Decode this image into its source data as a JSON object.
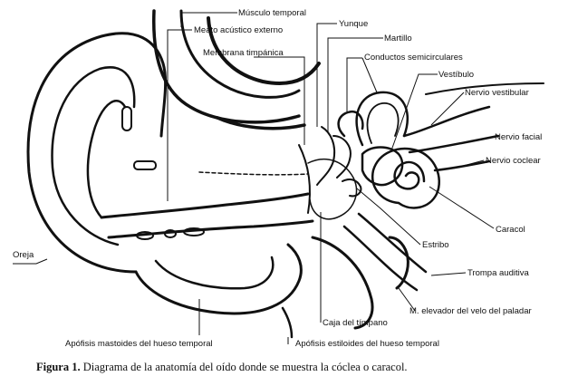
{
  "labels": {
    "musculo_temporal": "Músculo temporal",
    "yunque": "Yunque",
    "meato": "Meato acústico externo",
    "martillo": "Martillo",
    "membrana": "Membrana timpánica",
    "conductos": "Conductos semicirculares",
    "vestibulo": "Vestíbulo",
    "nervio_vestibular": "Nervio vestibular",
    "nervio_facial": "Nervio facial",
    "nervio_coclear": "Nervio coclear",
    "caracol": "Caracol",
    "estribo": "Estribo",
    "oreja": "Oreja",
    "trompa": "Trompa auditiva",
    "elevador": "M. elevador del velo del paladar",
    "caja": "Caja del tímpano",
    "apofisis_mastoides": "Apófisis mastoides del hueso temporal",
    "apofisis_estiloides": "Apófisis estiloides del hueso temporal"
  },
  "caption": {
    "number": "Figura 1.",
    "text": " Diagrama de la anatomía del oído donde se muestra la cóclea o caracol."
  }
}
